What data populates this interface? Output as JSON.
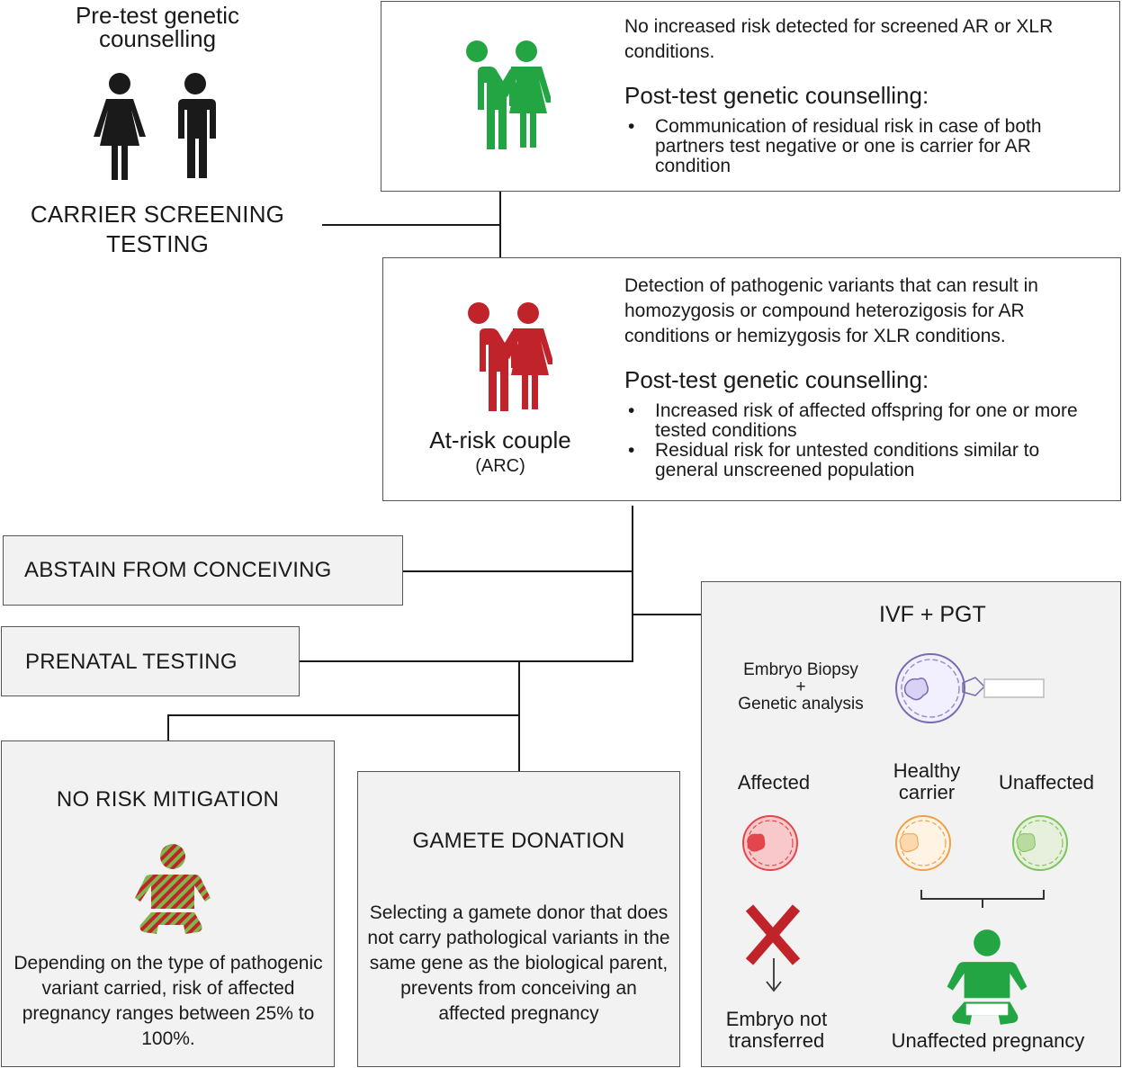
{
  "pretest": {
    "title_line1": "Pre-test genetic",
    "title_line2": "counselling"
  },
  "carrier": {
    "line1": "CARRIER SCREENING",
    "line2": "TESTING"
  },
  "no_risk_box": {
    "text_line1": "No increased risk detected for screened AR or XLR",
    "text_line2": "conditions.",
    "heading": "Post-test genetic counselling:",
    "bullets": [
      "Communication of residual risk in case of both partners test negative or one is carrier for AR condition"
    ],
    "couple_color": "#22a542"
  },
  "arc_box": {
    "text_line1": "Detection of pathogenic variants that can result in",
    "text_line2": "homozygosis or compound heterozigosis for AR",
    "text_line3": "conditions or hemizygosis for XLR conditions.",
    "heading": "Post-test genetic counselling:",
    "bullets": [
      "Increased risk of affected offspring for one or more tested conditions",
      "Residual risk for untested conditions similar to general unscreened population"
    ],
    "couple_label": "At-risk couple",
    "couple_abbr": "(ARC)",
    "couple_color": "#c0242a"
  },
  "options": {
    "abstain": "ABSTAIN FROM CONCEIVING",
    "prenatal": "PRENATAL TESTING"
  },
  "no_mitigation": {
    "title": "NO RISK MITIGATION",
    "text": "Depending on the type of pathogenic variant carried, risk of affected pregnancy ranges between 25% to 100%."
  },
  "gamete": {
    "title": "GAMETE DONATION",
    "text": "Selecting a gamete donor that does not carry pathological variants in the same gene as the biological parent, prevents from conceiving an affected pregnancy"
  },
  "ivf": {
    "title": "IVF + PGT",
    "biopsy_line1": "Embryo Biopsy",
    "biopsy_plus": "+",
    "biopsy_line2": "Genetic analysis",
    "affected": "Affected",
    "healthy_line1": "Healthy",
    "healthy_line2": "carrier",
    "unaffected": "Unaffected",
    "not_transferred_line1": "Embryo not",
    "not_transferred_line2": "transferred",
    "unaffected_pregnancy": "Unaffected pregnancy",
    "colors": {
      "affected": "#e3464c",
      "healthy_carrier": "#f0a04a",
      "unaffected": "#7fc45a",
      "cross": "#c0242a",
      "baby": "#22a542"
    }
  }
}
